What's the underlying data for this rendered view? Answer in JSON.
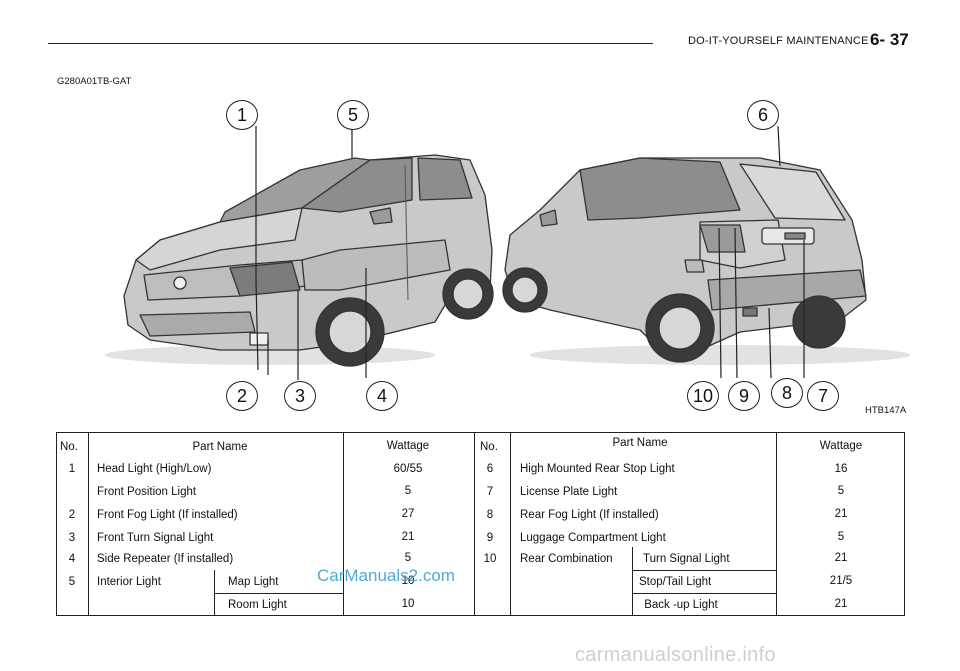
{
  "header": {
    "section": "DO-IT-YOURSELF MAINTENANCE",
    "page": "6- 37"
  },
  "reference_code": "G280A01TB-GAT",
  "figure": {
    "code": "HTB147A",
    "callouts": [
      "1",
      "2",
      "3",
      "4",
      "5",
      "6",
      "7",
      "8",
      "9",
      "10"
    ]
  },
  "table": {
    "headers": {
      "no": "No.",
      "part_name": "Part Name",
      "wattage": "Wattage"
    },
    "left_rows": [
      {
        "no": "1",
        "name": "Head  Light (High/Low)",
        "watt": "60/55"
      },
      {
        "no": "",
        "name": "Front Position Light",
        "watt": "5"
      },
      {
        "no": "2",
        "name": "Front Fog Light (If installed)",
        "watt": "27"
      },
      {
        "no": "3",
        "name": "Front Turn Signal Light",
        "watt": "21"
      },
      {
        "no": "4",
        "name": "Side Repeater (If installed)",
        "watt": "5"
      },
      {
        "no": "5",
        "name": "Interior Light",
        "sub": "Map Light",
        "watt": "10"
      },
      {
        "no": "",
        "name": "",
        "sub": "Room Light",
        "watt": "10"
      }
    ],
    "right_rows": [
      {
        "no": "6",
        "name": "High Mounted Rear Stop Light",
        "watt": "16"
      },
      {
        "no": "7",
        "name": "License Plate Light",
        "watt": "5"
      },
      {
        "no": "8",
        "name": "Rear Fog Light (If installed)",
        "watt": "21"
      },
      {
        "no": "9",
        "name": "Luggage  Compartment  Light",
        "watt": "5"
      },
      {
        "no": "10",
        "name": "Rear Combination",
        "sub": "Turn Signal Light",
        "watt": "21"
      },
      {
        "no": "",
        "name": "",
        "sub": "Stop/Tail Light",
        "watt": "21/5"
      },
      {
        "no": "",
        "name": "",
        "sub": " Back -up Light",
        "watt": "21"
      }
    ]
  },
  "watermarks": {
    "inline": "CarManuals2.com",
    "footer": "carmanualsonline.info"
  },
  "colors": {
    "watermark_blue": "#3f9fd1",
    "footer_grey": "#cfcfcf"
  }
}
